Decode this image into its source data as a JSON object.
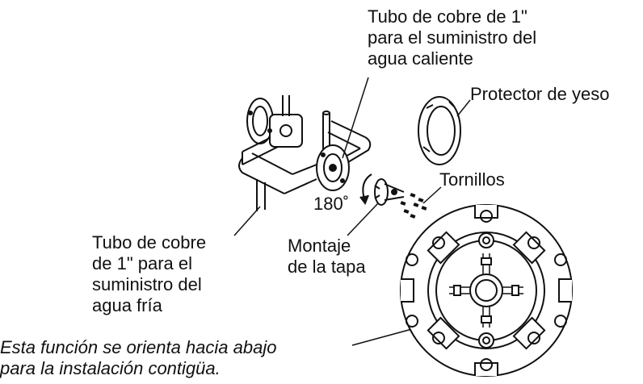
{
  "labels": {
    "hot_pipe": [
      "Tubo de cobre de 1\"",
      "para el suministro del",
      "agua caliente"
    ],
    "plaster_guard": "Protector de yeso",
    "screws": "Tornillos",
    "rotation": "180˚",
    "cover_assembly": [
      "Montaje",
      "de la tapa"
    ],
    "cold_pipe": [
      "Tubo de cobre",
      "de 1\" para el",
      "suministro del",
      "agua fría"
    ],
    "install_note": [
      "Esta función se orienta hacia abajo",
      "para la instalación contigüa."
    ]
  }
}
